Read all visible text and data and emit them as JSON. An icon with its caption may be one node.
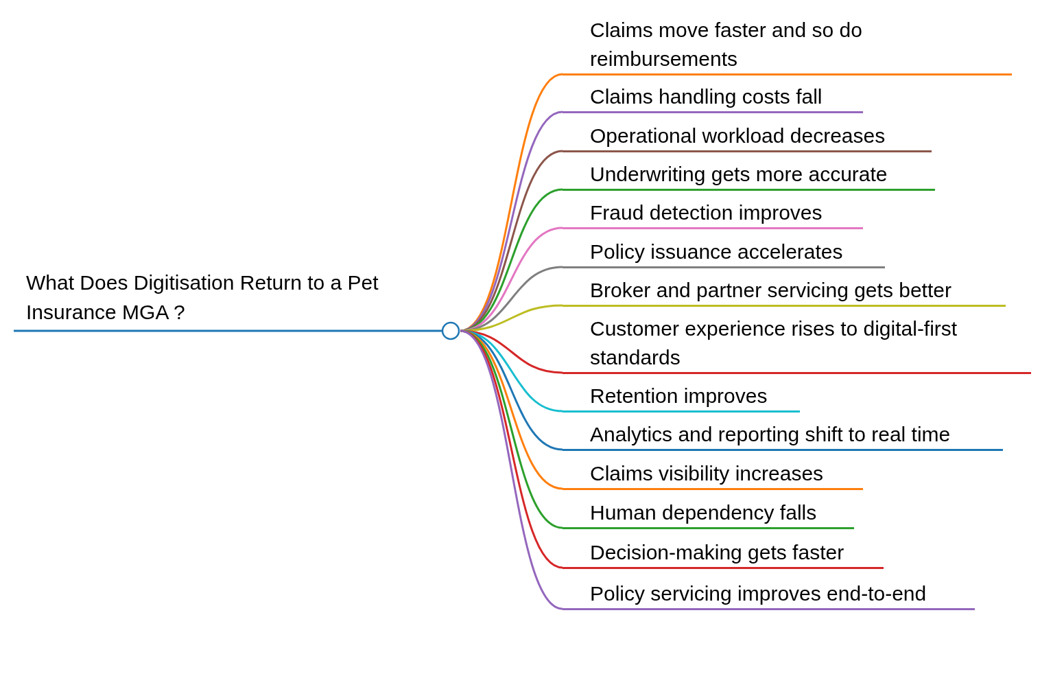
{
  "diagram": {
    "nodes": [
      {
        "text": [
          "What Does Digitisation Return to a Pet Insurance MGA ?"
        ]
      },
      {
        "text": [
          "Claims move faster and so do reimbursements"
        ]
      },
      {
        "text": [
          "Claims handling costs fall"
        ]
      },
      {
        "text": [
          "Operational workload decreases"
        ]
      },
      {
        "text": [
          "Underwriting gets more accurate"
        ]
      },
      {
        "text": [
          "Fraud detection improves"
        ]
      },
      {
        "text": [
          "Policy issuance accelerates"
        ]
      },
      {
        "text": [
          "Broker and partner servicing gets better"
        ]
      },
      {
        "text": [
          "Customer experience rises to digital-first standards"
        ]
      },
      {
        "text": [
          "Retention improves"
        ]
      },
      {
        "text": [
          "Analytics and reporting shift to real time"
        ]
      },
      {
        "text": [
          "Claims visibility increases"
        ]
      },
      {
        "text": [
          "Human dependency falls"
        ]
      },
      {
        "text": [
          "Decision-making gets faster"
        ]
      },
      {
        "text": [
          "Policy servicing improves end-to-end"
        ]
      }
    ],
    "edges": [
      {
        "from": 0,
        "to": 1,
        "arrow": "none",
        "color": "#ff7f0e"
      },
      {
        "from": 0,
        "to": 2,
        "arrow": "none",
        "color": "#9467bd"
      },
      {
        "from": 0,
        "to": 3,
        "arrow": "none",
        "color": "#8c564b"
      },
      {
        "from": 0,
        "to": 4,
        "arrow": "none",
        "color": "#2ca02c"
      },
      {
        "from": 0,
        "to": 5,
        "arrow": "none",
        "color": "#e377c2"
      },
      {
        "from": 0,
        "to": 6,
        "arrow": "none",
        "color": "#7f7f7f"
      },
      {
        "from": 0,
        "to": 7,
        "arrow": "none",
        "color": "#bcbd22"
      },
      {
        "from": 0,
        "to": 8,
        "arrow": "none",
        "color": "#d62728"
      },
      {
        "from": 0,
        "to": 9,
        "arrow": "none",
        "color": "#17becf"
      },
      {
        "from": 0,
        "to": 10,
        "arrow": "none",
        "color": "#1f77b4"
      },
      {
        "from": 0,
        "to": 11,
        "arrow": "none",
        "color": "#ff7f0e"
      },
      {
        "from": 0,
        "to": 12,
        "arrow": "none",
        "color": "#2ca02c"
      },
      {
        "from": 0,
        "to": 13,
        "arrow": "none",
        "color": "#d62728"
      },
      {
        "from": 0,
        "to": 14,
        "arrow": "none",
        "color": "#9467bd"
      }
    ]
  }
}
